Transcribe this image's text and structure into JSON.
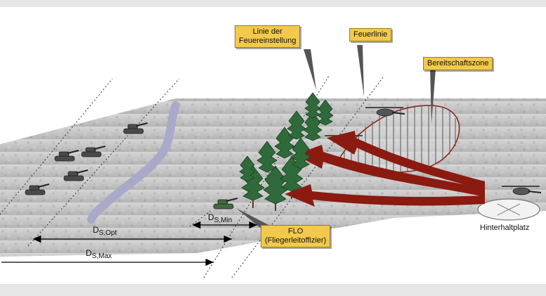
{
  "callouts": {
    "linie_der_feuereinstellung": [
      "Linie der",
      "Feuereinstellung"
    ],
    "feuerlinie": "Feuerlinie",
    "bereitschaftszone": "Bereitschaftszone",
    "flo": [
      "FLO",
      "(Fliegerleitoffizier)"
    ]
  },
  "places": {
    "hinterhaltplatz": "Hinterhaltplatz"
  },
  "distances": {
    "opt": {
      "base": "D",
      "sub": "S,Opt"
    },
    "min": {
      "base": "D",
      "sub": "S,Min"
    },
    "max": {
      "base": "D",
      "sub": "S,Max"
    }
  },
  "colors": {
    "terrain": "#c9c9c9",
    "callout_fill": "#f2c94c",
    "flight_path": "#8b1a10",
    "tree": "#2f6b3a",
    "tank": "#4a4a4a",
    "frame": "#e6e6e6"
  }
}
